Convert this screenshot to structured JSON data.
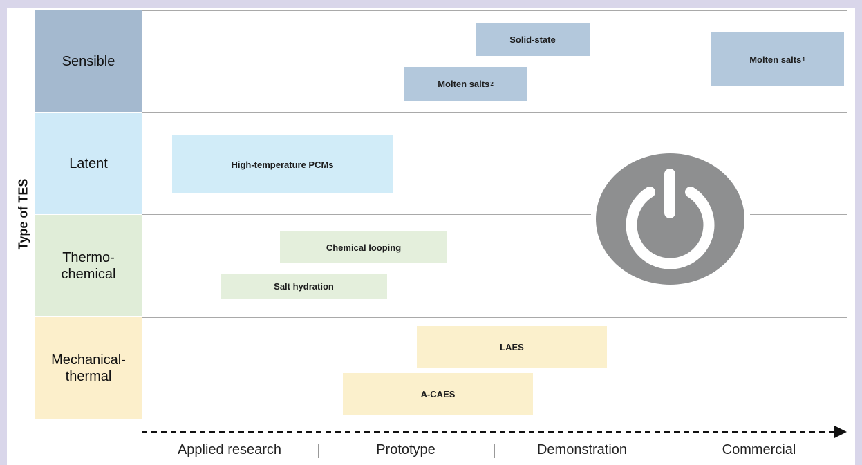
{
  "axis_title": "Type of TES",
  "categories": {
    "sensible": {
      "label": "Sensible",
      "color": "#a4b9cf"
    },
    "latent": {
      "label": "Latent",
      "color": "#cfeaf8"
    },
    "thermochemical": {
      "line1": "Thermo-",
      "line2": "chemical",
      "color": "#e0edd8"
    },
    "mechanical": {
      "line1": "Mechanical-",
      "line2": "thermal",
      "color": "#fcefcb"
    }
  },
  "technologies": {
    "solid_state": "Solid-state",
    "molten_salts_2": "Molten salts",
    "molten_salts_2_sup": "2",
    "molten_salts_1": "Molten salts",
    "molten_salts_1_sup": "1",
    "high_temp_pcms": "High-temperature PCMs",
    "chemical_looping": "Chemical looping",
    "salt_hydration": "Salt hydration",
    "laes": "LAES",
    "a_caes": "A-CAES"
  },
  "stages": [
    "Applied research",
    "Prototype",
    "Demonstration",
    "Commercial"
  ],
  "icon": "power-icon"
}
